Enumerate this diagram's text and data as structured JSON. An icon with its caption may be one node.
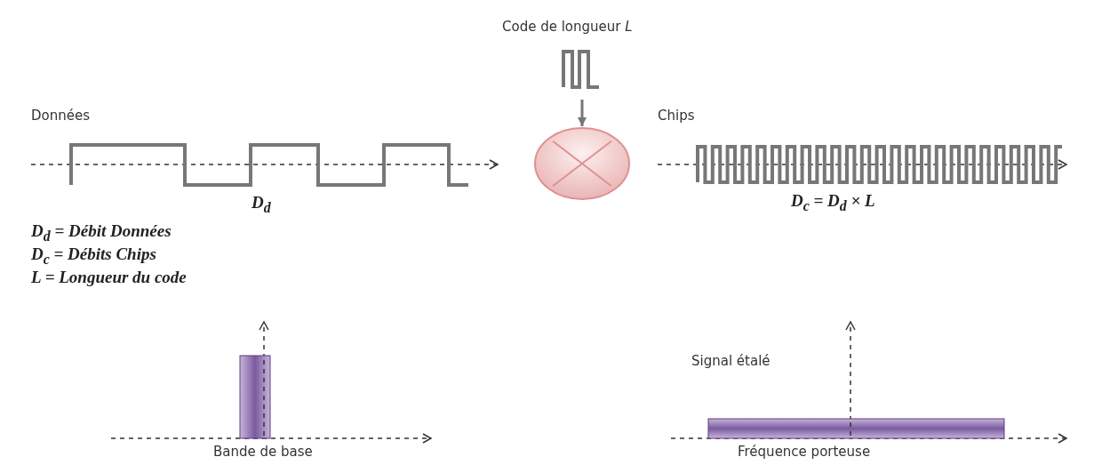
{
  "diagram": {
    "nodes": [
      {
        "text": [
          "Code de longueur *L*"
        ]
      },
      {
        "text": [],
        "shape": "circle"
      }
    ],
    "edges": [
      {
        "from": 0,
        "to": 1,
        "arrow": "to"
      }
    ],
    "labels": [
      "Données",
      "D$_{d}$",
      "D$_{d}$ = Débit Données",
      "D$_{c}$ = Débits Chips",
      "L = Longueur du code",
      "Chips",
      "D$_{c}$ = D$_{d}$ × L",
      "Signal étalé",
      "Bande de base",
      "Fréquence porteuse"
    ]
  }
}
